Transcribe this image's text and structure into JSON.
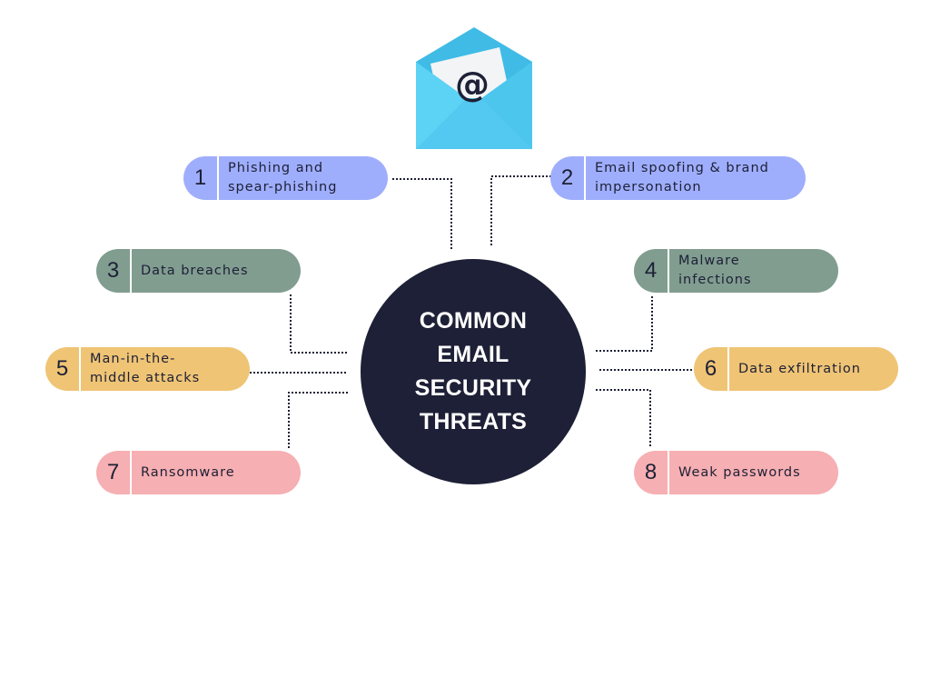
{
  "title": "COMMON EMAIL SECURITY THREATS",
  "envelope": {
    "symbol": "@",
    "icon": "envelope-icon"
  },
  "colors": {
    "hub": "#1d2036",
    "blue": "#9faefc",
    "green": "#819d90",
    "yellow": "#efc475",
    "pink": "#f6afb2",
    "envelope_light": "#5fd1f3",
    "envelope_dark": "#34b8e2"
  },
  "threats": [
    {
      "number": "1",
      "line1": "Phishing and",
      "line2": "spear-phishing",
      "color": "blue"
    },
    {
      "number": "2",
      "line1": "Email spoofing & brand",
      "line2": "impersonation",
      "color": "blue"
    },
    {
      "number": "3",
      "line1": "Data breaches",
      "line2": "",
      "color": "green"
    },
    {
      "number": "4",
      "line1": "Malware",
      "line2": "infections",
      "color": "green"
    },
    {
      "number": "5",
      "line1": "Man-in-the-",
      "line2": "middle attacks",
      "color": "yellow"
    },
    {
      "number": "6",
      "line1": "Data exfiltration",
      "line2": "",
      "color": "yellow"
    },
    {
      "number": "7",
      "line1": "Ransomware",
      "line2": "",
      "color": "pink"
    },
    {
      "number": "8",
      "line1": "Weak passwords",
      "line2": "",
      "color": "pink"
    }
  ]
}
